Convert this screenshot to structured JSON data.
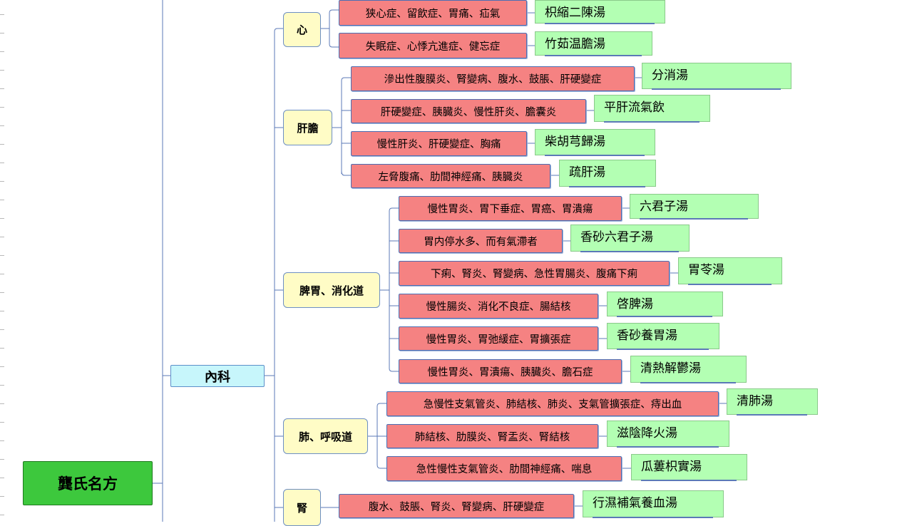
{
  "root": {
    "label": "龔氏名方"
  },
  "department": {
    "label": "內科"
  },
  "categories": [
    {
      "label": "心",
      "items": [
        {
          "symptoms": "狭心症、留飲症、胃痛、疝氣",
          "remedy": "枳縮二陳湯"
        },
        {
          "symptoms": "失眠症、心悸亢進症、健忘症",
          "remedy": "竹茹温膽湯"
        }
      ]
    },
    {
      "label": "肝膽",
      "items": [
        {
          "symptoms": "滲出性腹膜炎、腎變病、腹水、鼓脹、肝硬變症",
          "remedy": "分消湯"
        },
        {
          "symptoms": "肝硬變症、胰臓炎、慢性肝炎、膽囊炎",
          "remedy": "平肝流氣飲"
        },
        {
          "symptoms": "慢性肝炎、肝硬變症、胸痛",
          "remedy": "柴胡芎歸湯"
        },
        {
          "symptoms": "左脅腹痛、肋間神經痛、胰臓炎",
          "remedy": "疏肝湯"
        }
      ]
    },
    {
      "label": "脾胃、消化道",
      "items": [
        {
          "symptoms": "慢性胃炎、胃下垂症、胃癌、胃潰瘍",
          "remedy": "六君子湯"
        },
        {
          "symptoms": "胃内停水多、而有氣滯者",
          "remedy": "香砂六君子湯"
        },
        {
          "symptoms": "下痢、腎炎、腎變病、急性胃腸炎、腹痛下痢",
          "remedy": "胃苓湯"
        },
        {
          "symptoms": "慢性腸炎、消化不良症、腸結核",
          "remedy": "啓脾湯"
        },
        {
          "symptoms": "慢性胃炎、胃弛緩症、胃擴張症",
          "remedy": "香砂養胃湯"
        },
        {
          "symptoms": "慢性胃炎、胃潰瘍、胰臓炎、膽石症",
          "remedy": "清熱解鬱湯"
        }
      ]
    },
    {
      "label": "肺、呼吸道",
      "items": [
        {
          "symptoms": "急慢性支氣管炎、肺結核、肺炎、支氣管擴張症、痔出血",
          "remedy": "清肺湯"
        },
        {
          "symptoms": "肺結核、肋膜炎、腎盂炎、腎結核",
          "remedy": "滋陰降火湯"
        },
        {
          "symptoms": "急性慢性支氣管炎、肋間神經痛、喘息",
          "remedy": "瓜蔞枳實湯"
        }
      ]
    },
    {
      "label": "腎",
      "items": [
        {
          "symptoms": "腹水、鼓脹、腎炎、腎變病、肝硬變症",
          "remedy": "行濕補氣養血湯"
        }
      ]
    }
  ]
}
